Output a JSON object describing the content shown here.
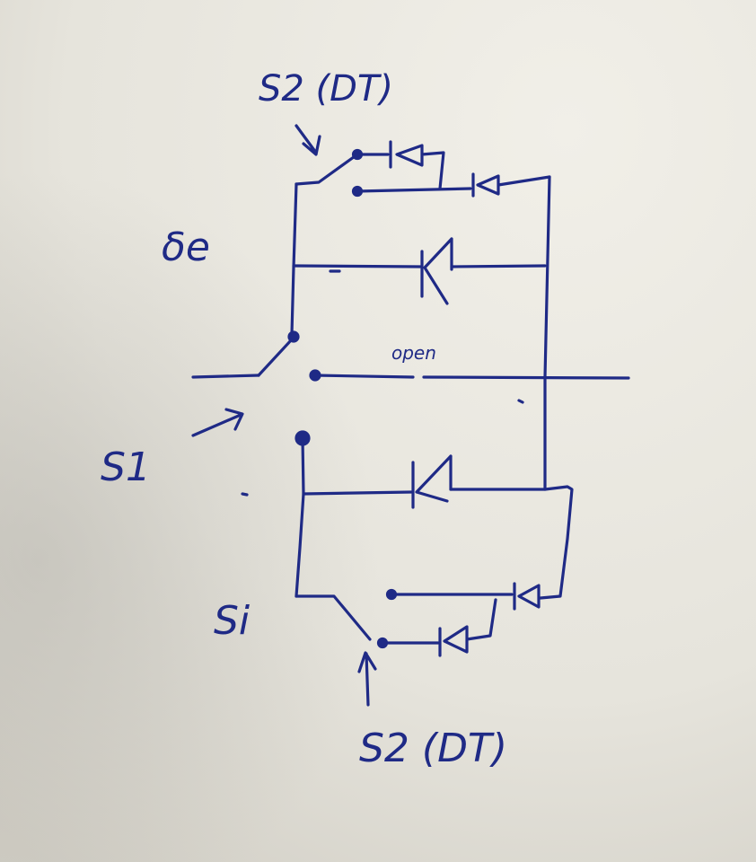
{
  "colors": {
    "ink": "#1f2a86",
    "paper": "#e9e7df"
  },
  "labels": {
    "s2_top": "S2 (DT)",
    "delta_e": "δe",
    "open": "open",
    "s1": "S1",
    "si": "Si",
    "s2_bottom": "S2 (DT)"
  }
}
